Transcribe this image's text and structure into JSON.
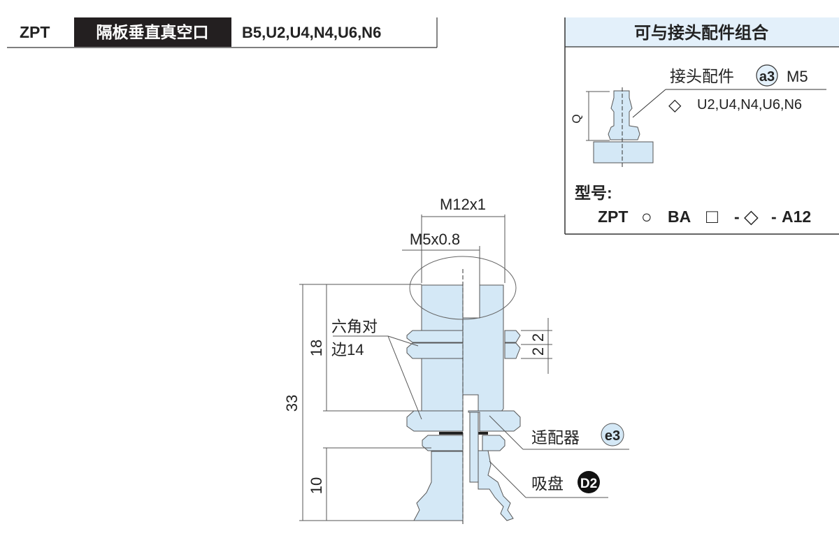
{
  "header": {
    "series": "ZPT",
    "type_label": "隔板垂直真空口",
    "port_options": "B5,U2,U4,N4,U6,N6"
  },
  "combo_panel": {
    "title": "可与接头配件组合",
    "fitting_label": "接头配件",
    "fitting_badge": "a3",
    "fitting_thread": "M5",
    "fitting_options_symbol": "◇",
    "fitting_options": "U2,U4,N4,U6,N6",
    "q_label": "Q",
    "model_label": "型号:",
    "model_code": {
      "prefix": "ZPT",
      "circle": "○",
      "mid": "BA",
      "square": "□",
      "dash1": "-",
      "diamond": "◇",
      "dash2": "-",
      "suffix": "A12"
    }
  },
  "drawing": {
    "dim_outer_thread": "M12x1",
    "dim_inner_thread": "M5x0.8",
    "dim_total": "33",
    "dim_body": "18",
    "dim_pad": "10",
    "dim_nut": "2",
    "dim_nut2": "2",
    "hex_label_line1": "六角对",
    "hex_label_line2": "边14",
    "adapter_label": "适配器",
    "adapter_badge": "e3",
    "pad_label": "吸盘",
    "pad_badge": "D2",
    "fill_color": "#d4e8f6",
    "line_color": "#555555"
  }
}
